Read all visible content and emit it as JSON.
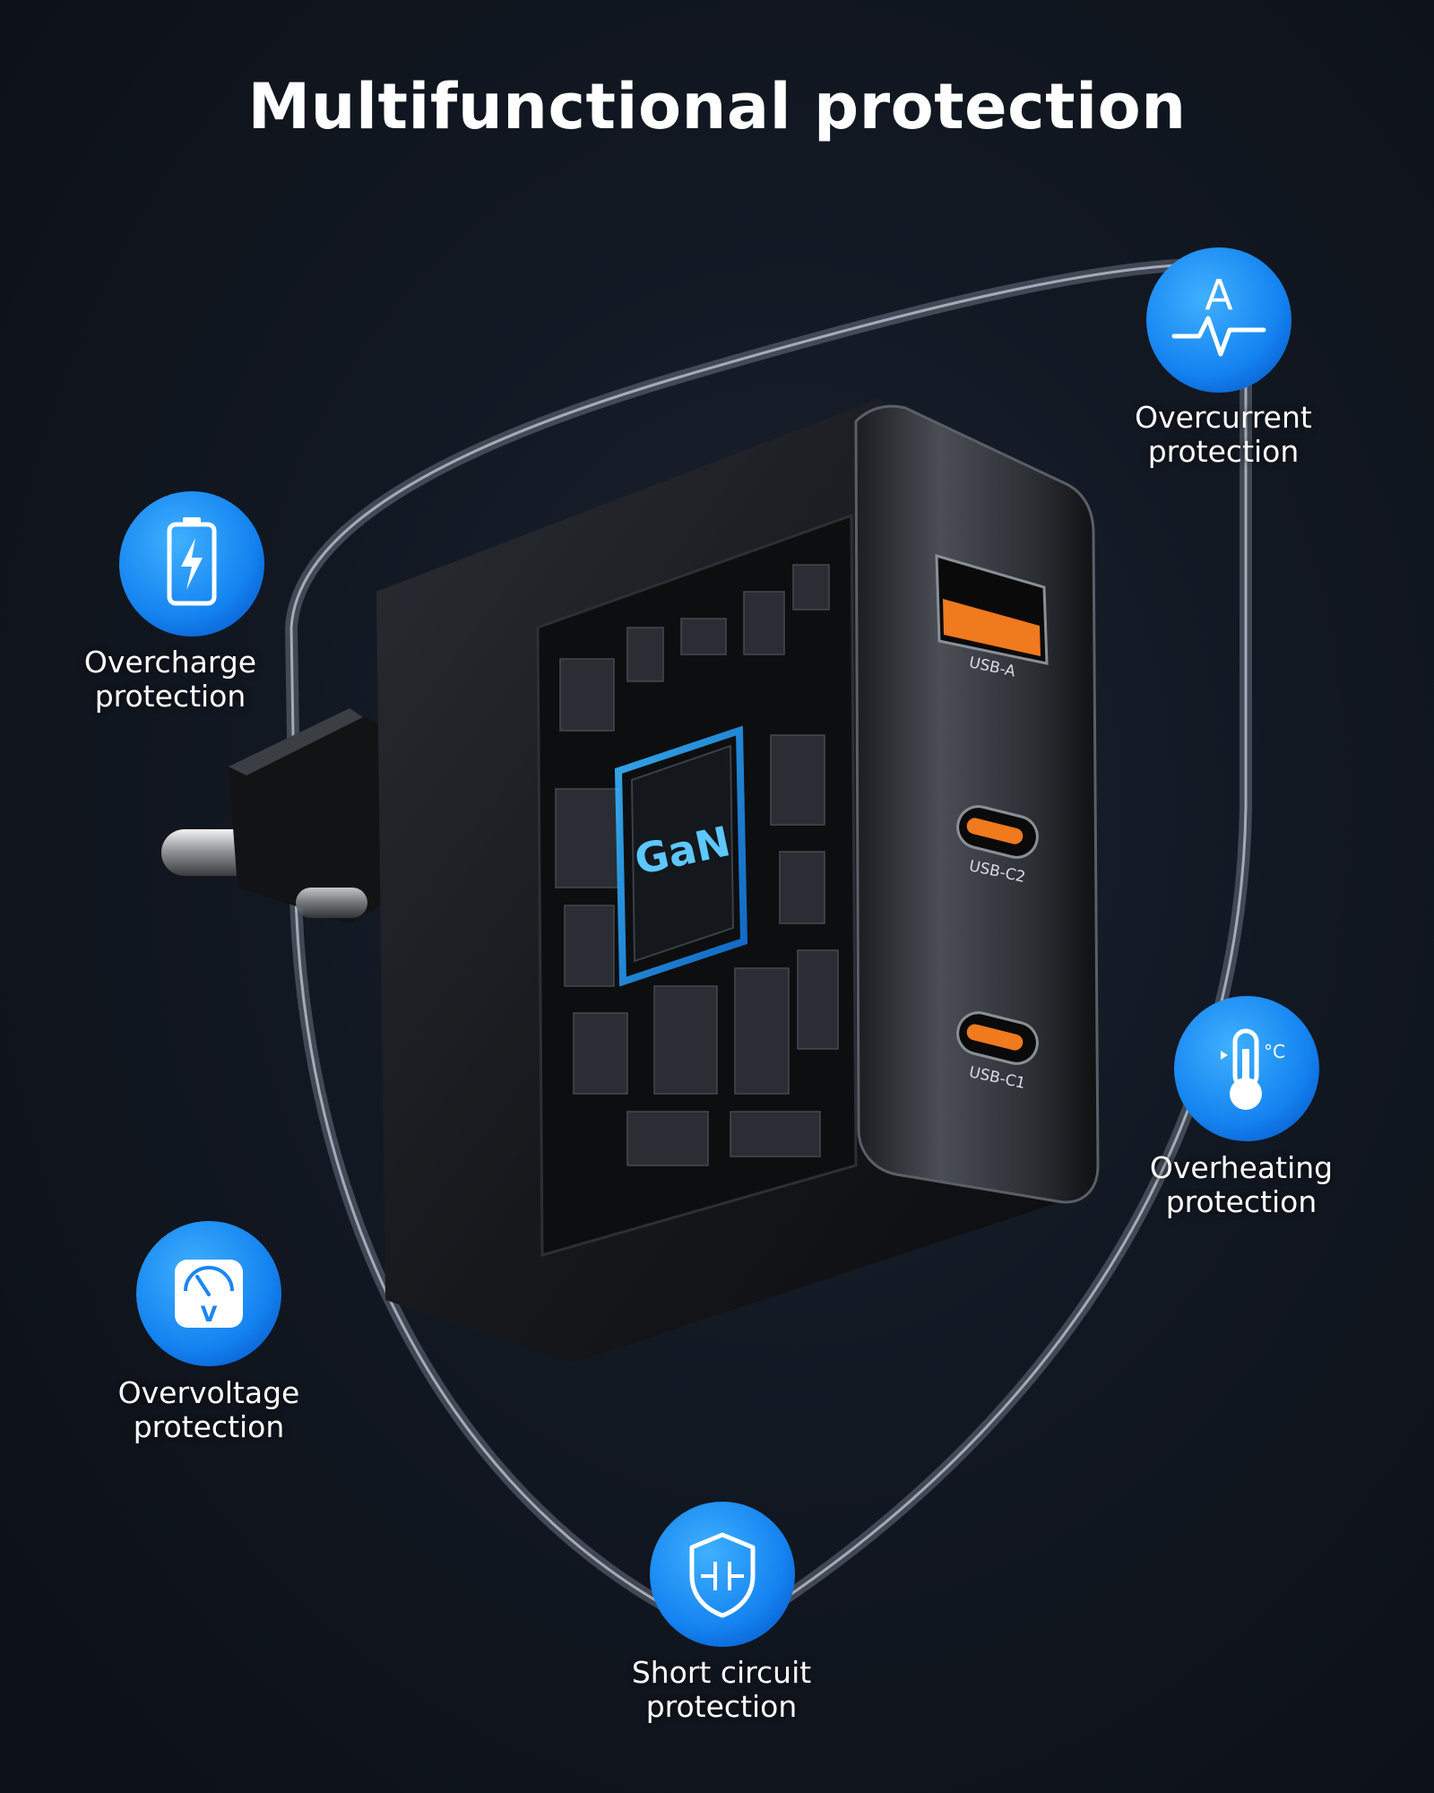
{
  "headline": "Multifunctional protection",
  "colors": {
    "background": "#121822",
    "badge": "#1a86f5",
    "badge_light": "#3aa6ff",
    "port_orange": "#f07a1e",
    "gan_blue": "#5cc8ff"
  },
  "features": [
    {
      "id": "overcurrent",
      "icon": "ammeter-pulse-icon",
      "line1": "Overcurrent",
      "line2": "protection"
    },
    {
      "id": "overcharge",
      "icon": "battery-bolt-icon",
      "line1": "Overcharge",
      "line2": "protection"
    },
    {
      "id": "overheating",
      "icon": "thermometer-celsius-icon",
      "line1": "Overheating",
      "line2": "protection"
    },
    {
      "id": "overvoltage",
      "icon": "voltmeter-gauge-icon",
      "line1": "Overvoltage",
      "line2": "protection"
    },
    {
      "id": "short-circuit",
      "icon": "shield-circuit-icon",
      "line1": "Short circuit",
      "line2": "protection"
    }
  ],
  "icon_text": {
    "ampere_symbol": "A",
    "volt_symbol": "V",
    "celsius_symbol": "°C"
  },
  "charger": {
    "chip_label": "GaN",
    "ports": [
      "USB-A",
      "USB-C2",
      "USB-C1"
    ]
  }
}
